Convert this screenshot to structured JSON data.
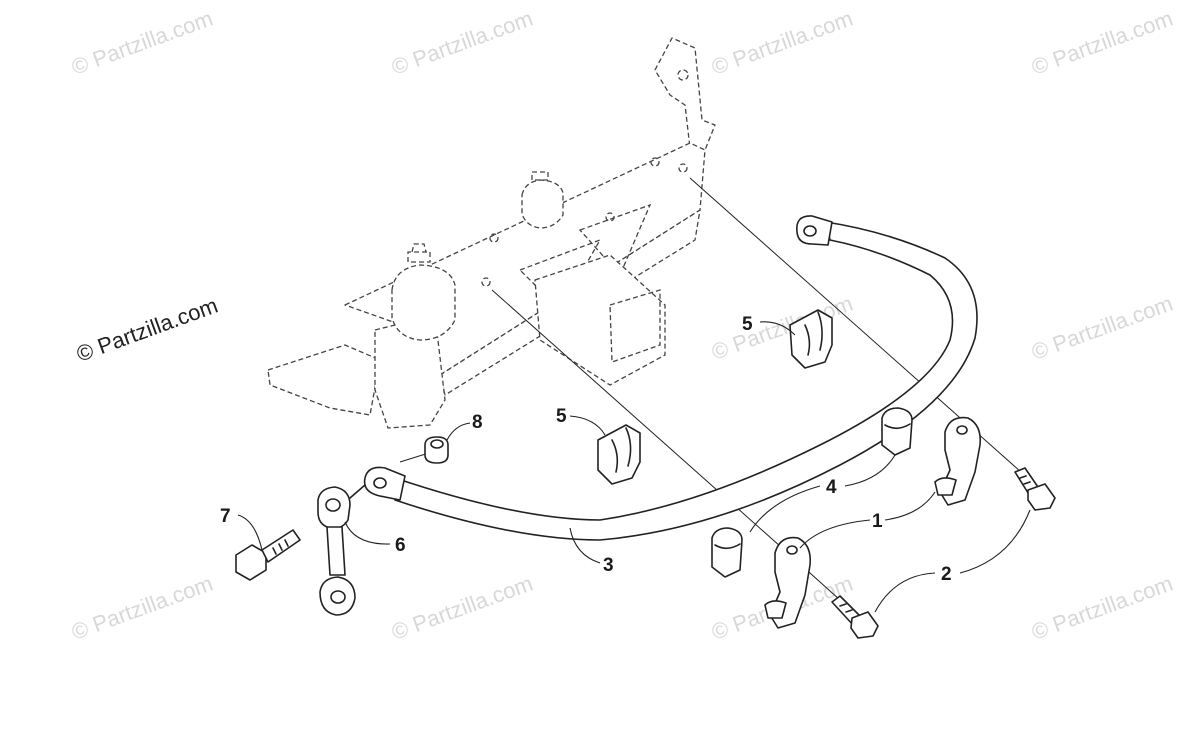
{
  "diagram": {
    "copyright": "© Partzilla.com",
    "watermark": "© Partzilla.com",
    "callouts": [
      {
        "id": "c1",
        "label": "1"
      },
      {
        "id": "c2",
        "label": "2"
      },
      {
        "id": "c3",
        "label": "3"
      },
      {
        "id": "c4",
        "label": "4"
      },
      {
        "id": "c5a",
        "label": "5"
      },
      {
        "id": "c5b",
        "label": "5"
      },
      {
        "id": "c6",
        "label": "6"
      },
      {
        "id": "c7",
        "label": "7"
      },
      {
        "id": "c8",
        "label": "8"
      }
    ]
  }
}
